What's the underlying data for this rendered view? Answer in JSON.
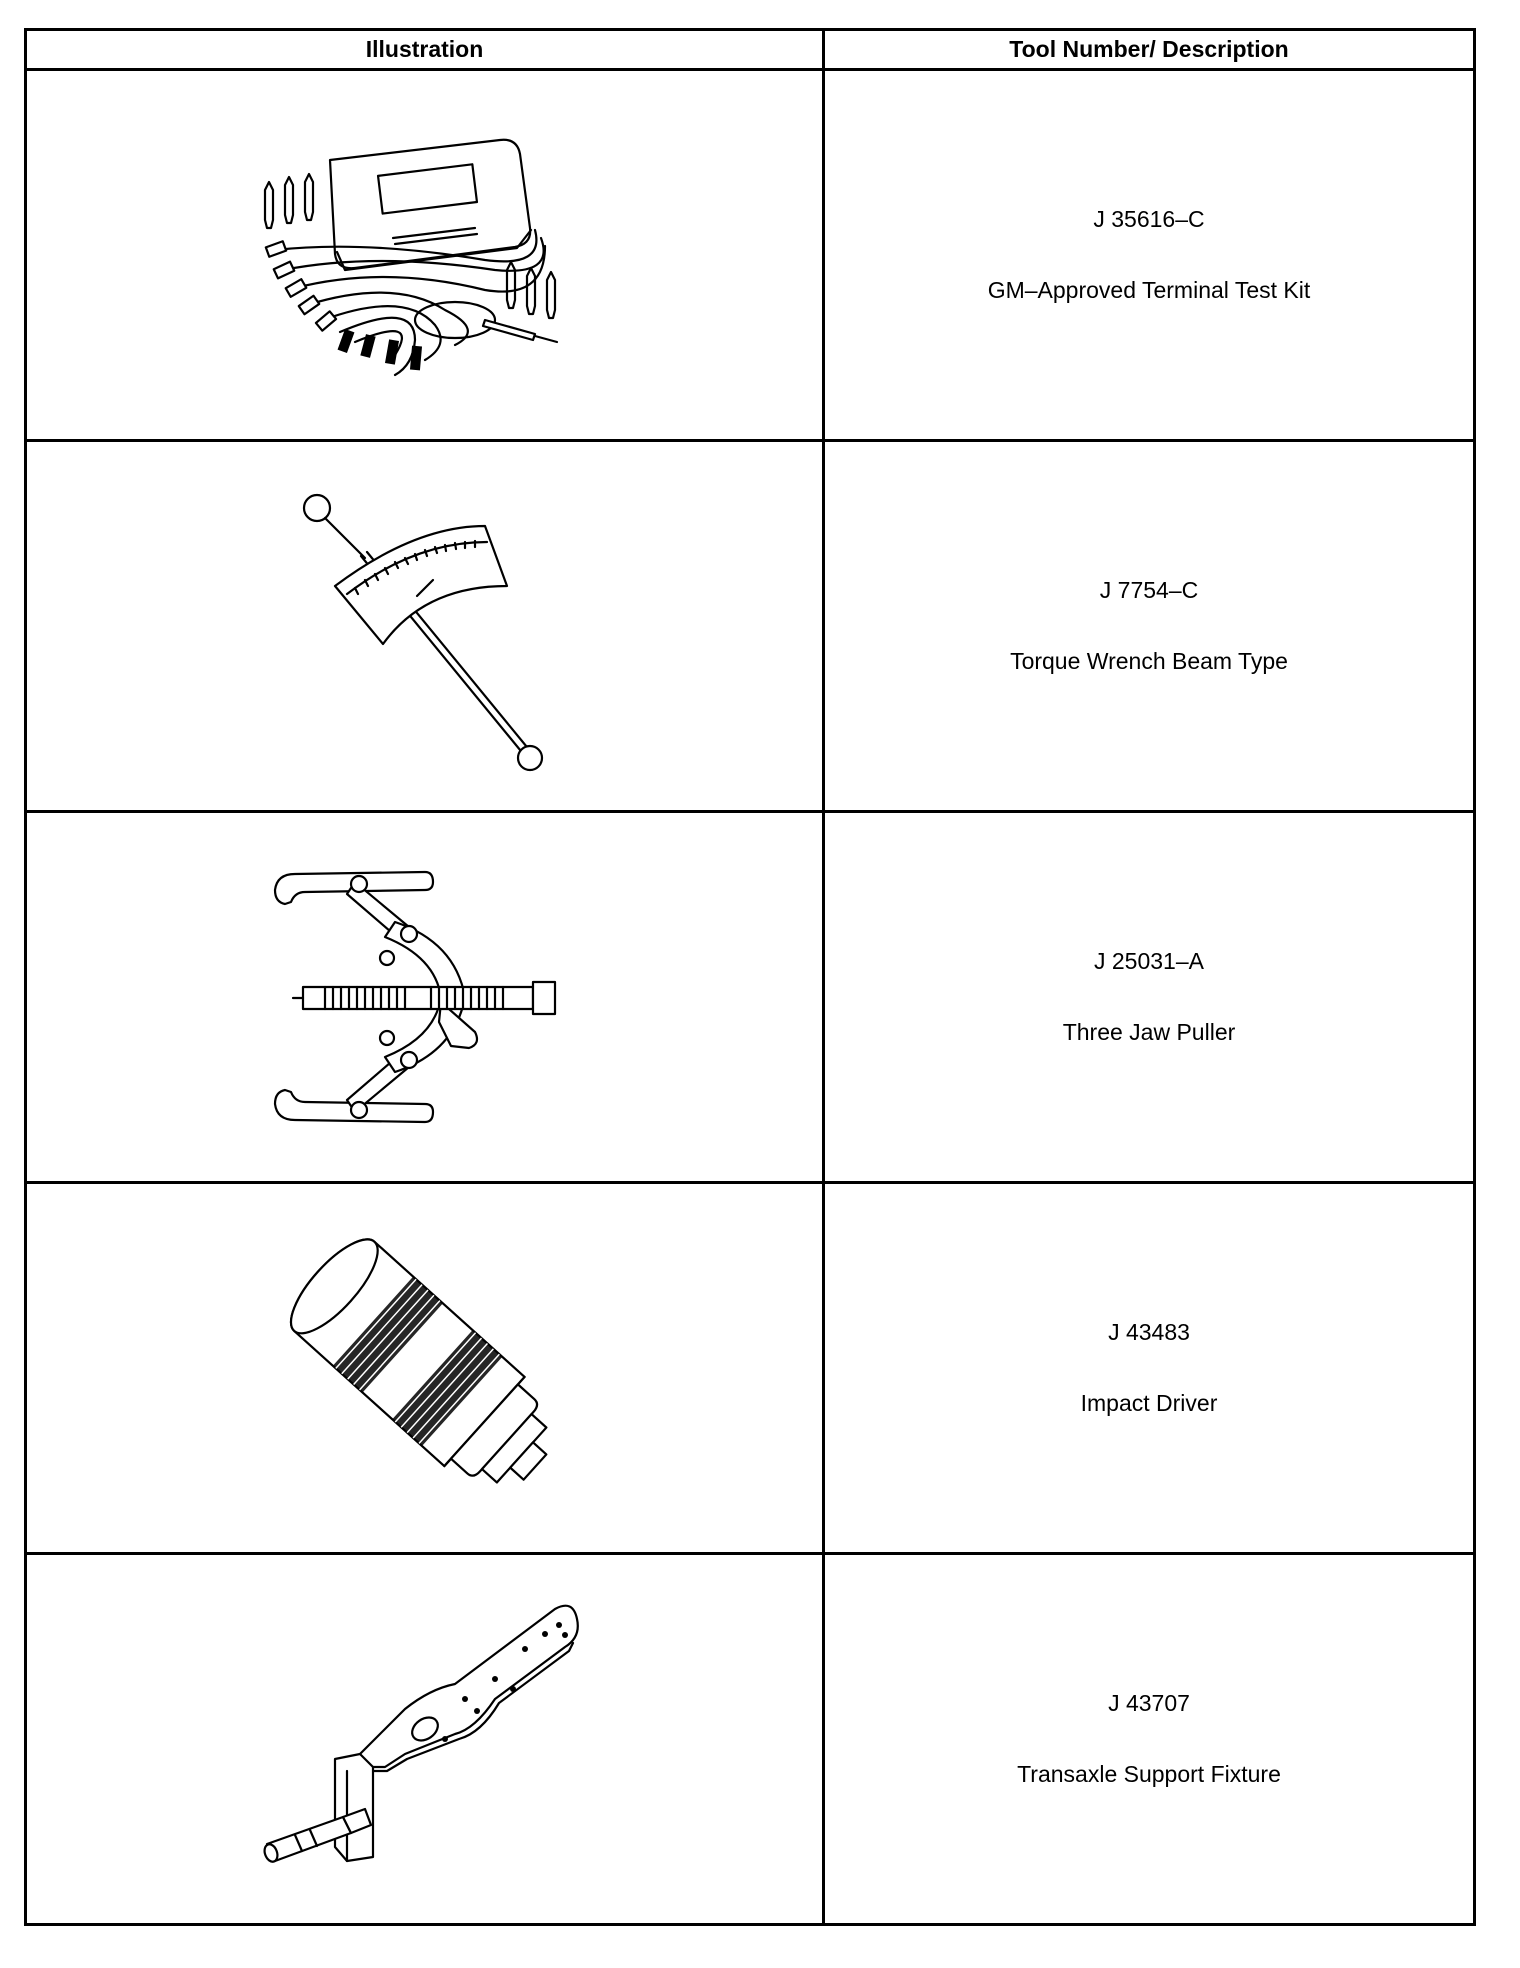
{
  "table": {
    "headers": {
      "illustration": "Illustration",
      "tool": "Tool Number/ Description"
    },
    "rows": [
      {
        "tool_number": "J 35616–C",
        "description": "GM–Approved Terminal Test Kit",
        "illustration_icon": "terminal-test-kit-icon"
      },
      {
        "tool_number": "J 7754–C",
        "description": "Torque Wrench Beam Type",
        "illustration_icon": "torque-wrench-icon"
      },
      {
        "tool_number": "J 25031–A",
        "description": "Three Jaw Puller",
        "illustration_icon": "three-jaw-puller-icon"
      },
      {
        "tool_number": "J 43483",
        "description": "Impact Driver",
        "illustration_icon": "impact-driver-icon"
      },
      {
        "tool_number": "J 43707",
        "description": "Transaxle Support Fixture",
        "illustration_icon": "transaxle-support-fixture-icon"
      }
    ]
  }
}
